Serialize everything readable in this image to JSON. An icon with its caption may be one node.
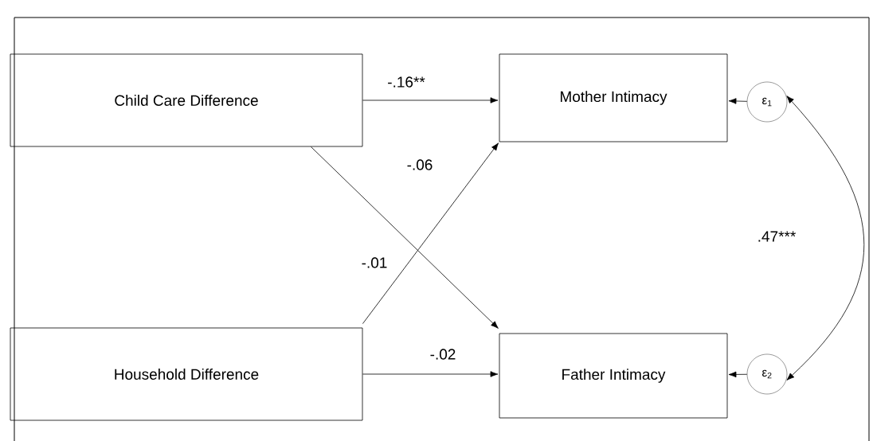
{
  "diagram": {
    "nodes": [
      {
        "text": [
          "Child Care Difference"
        ]
      },
      {
        "text": [
          "Mother Intimacy"
        ]
      },
      {
        "text": [
          "Household Difference"
        ]
      },
      {
        "text": [
          "Father Intimacy"
        ]
      },
      {
        "text": [
          "ε$_{1}$"
        ]
      },
      {
        "text": [
          "ε$_{2}$"
        ]
      }
    ],
    "edges": [
      {
        "from": 0,
        "to": 1,
        "arrow": "to",
        "label": "-.16**"
      },
      {
        "from": 0,
        "to": 3,
        "arrow": "to",
        "label": "-.06"
      },
      {
        "from": 2,
        "to": 1,
        "arrow": "to",
        "label": "-.01"
      },
      {
        "from": 2,
        "to": 3,
        "arrow": "to",
        "label": "-.02"
      },
      {
        "from": 4,
        "to": 1,
        "arrow": "to"
      },
      {
        "from": 5,
        "to": 3,
        "arrow": "to"
      },
      {
        "from": 4,
        "to": 5,
        "arrow": "both",
        "label": ".47***"
      }
    ]
  }
}
